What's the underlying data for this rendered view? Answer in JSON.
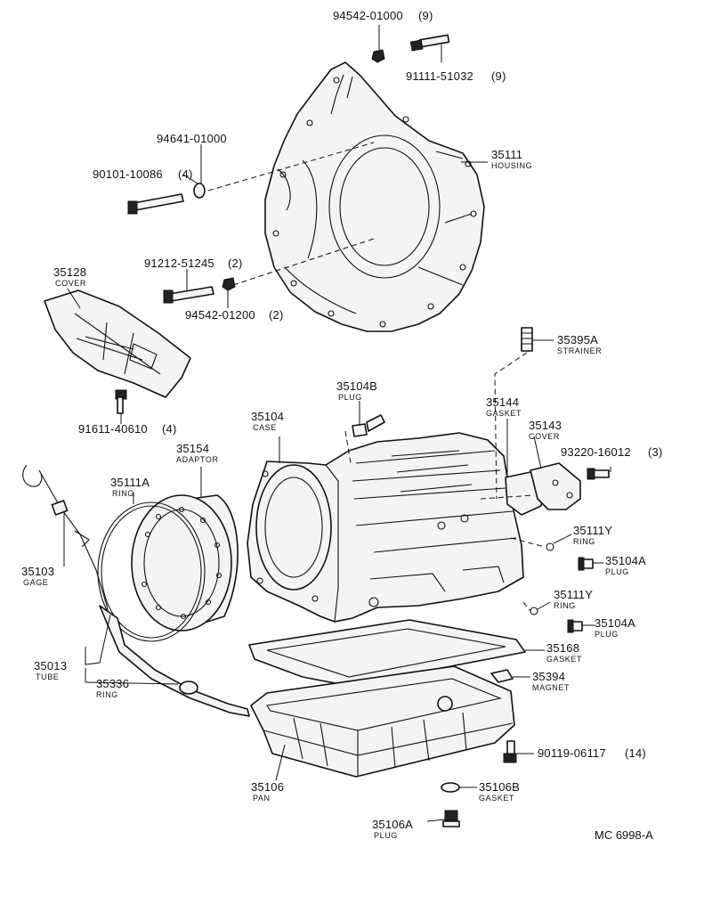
{
  "diagram_ref": "MC 6998-A",
  "callouts": {
    "c94542_01000_9": {
      "part": "94542-01000",
      "qty": "(9)"
    },
    "c91111_51032": {
      "part": "91111-51032",
      "qty": "(9)"
    },
    "c94641": {
      "part": "94641-01000"
    },
    "c90101": {
      "part": "90101-10086",
      "qty": "(4)"
    },
    "c35111": {
      "part": "35111",
      "name": "HOUSING"
    },
    "c35128": {
      "part": "35128",
      "name": "COVER"
    },
    "c91212": {
      "part": "91212-51245",
      "qty": "(2)"
    },
    "c94542_01200": {
      "part": "94542-01200",
      "qty": "(2)"
    },
    "c91611": {
      "part": "91611-40610",
      "qty": "(4)"
    },
    "c35395a": {
      "part": "35395A",
      "name": "STRAINER"
    },
    "c35104b": {
      "part": "35104B",
      "name": "PLUG"
    },
    "c35144": {
      "part": "35144",
      "name": "GASKET"
    },
    "c35104": {
      "part": "35104",
      "name": "CASE"
    },
    "c35143": {
      "part": "35143",
      "name": "COVER"
    },
    "c35154": {
      "part": "35154",
      "name": "ADAPTOR"
    },
    "c93220": {
      "part": "93220-16012",
      "qty": "(3)"
    },
    "c35111a": {
      "part": "35111A",
      "name": "RING"
    },
    "c35111y_1": {
      "part": "35111Y",
      "name": "RING"
    },
    "c35103": {
      "part": "35103",
      "name": "GAGE"
    },
    "c35104a_1": {
      "part": "35104A",
      "name": "PLUG"
    },
    "c35111y_2": {
      "part": "35111Y",
      "name": "RING"
    },
    "c35104a_2": {
      "part": "35104A",
      "name": "PLUG"
    },
    "c35013": {
      "part": "35013",
      "name": "TUBE"
    },
    "c35168": {
      "part": "35168",
      "name": "GASKET"
    },
    "c35336": {
      "part": "35336",
      "name": "RING"
    },
    "c35394": {
      "part": "35394",
      "name": "MAGNET"
    },
    "c90119": {
      "part": "90119-06117",
      "qty": "(14)"
    },
    "c35106": {
      "part": "35106",
      "name": "PAN"
    },
    "c35106b": {
      "part": "35106B",
      "name": "GASKET"
    },
    "c35106a": {
      "part": "35106A",
      "name": "PLUG"
    }
  }
}
